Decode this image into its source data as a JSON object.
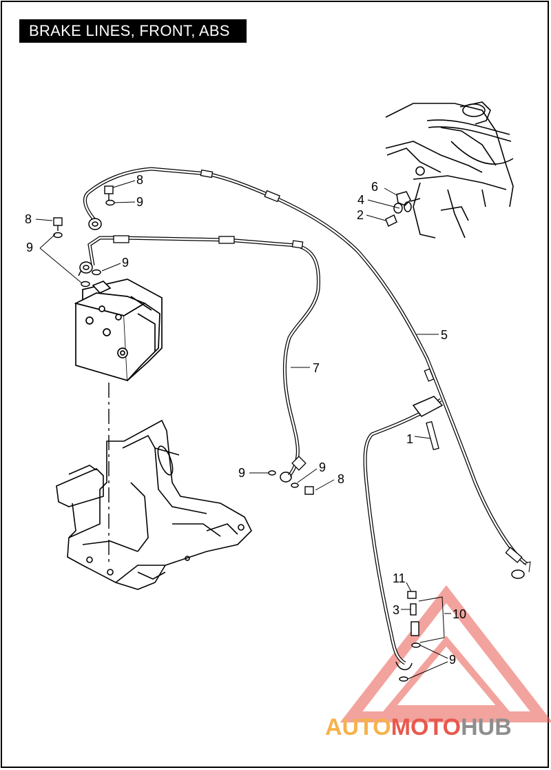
{
  "title": "BRAKE LINES, FRONT, ABS",
  "callouts": [
    {
      "id": "c1",
      "text": "1"
    },
    {
      "id": "c2",
      "text": "2"
    },
    {
      "id": "c3",
      "text": "3"
    },
    {
      "id": "c4",
      "text": "4"
    },
    {
      "id": "c5",
      "text": "5"
    },
    {
      "id": "c6",
      "text": "6"
    },
    {
      "id": "c7",
      "text": "7"
    },
    {
      "id": "c8a",
      "text": "8"
    },
    {
      "id": "c8b",
      "text": "8"
    },
    {
      "id": "c8c",
      "text": "8"
    },
    {
      "id": "c9a",
      "text": "9"
    },
    {
      "id": "c9b",
      "text": "9"
    },
    {
      "id": "c9c",
      "text": "9"
    },
    {
      "id": "c9d",
      "text": "9"
    },
    {
      "id": "c9e",
      "text": "9"
    },
    {
      "id": "c9f",
      "text": "9"
    },
    {
      "id": "c10",
      "text": "10"
    },
    {
      "id": "c11",
      "text": "11"
    }
  ],
  "watermark": {
    "part1": "AUTO",
    "part2": "MOTO",
    "part3": "HUB",
    "colors": {
      "orange": "#f6b24a",
      "red": "#e8584e",
      "gray": "#8e8e8e",
      "triangle": "#e8584e"
    }
  }
}
